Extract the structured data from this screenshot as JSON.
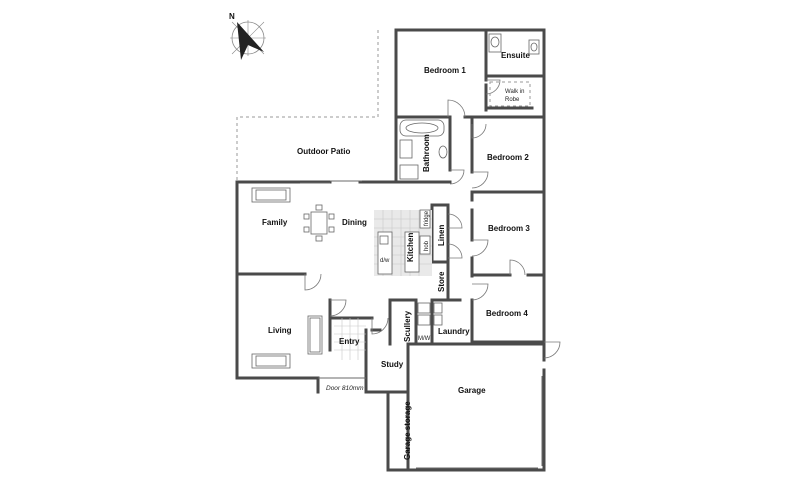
{
  "compass": {
    "letter": "N"
  },
  "rooms": {
    "bedroom1": "Bedroom 1",
    "ensuite": "Ensuite",
    "walk_in_robe_line1": "Walk in",
    "walk_in_robe_line2": "Robe",
    "outdoor_patio": "Outdoor Patio",
    "bathroom": "Bathroom",
    "bedroom2": "Bedroom 2",
    "family": "Family",
    "dining": "Dining",
    "kitchen": "Kitchen",
    "linen": "Linen",
    "bedroom3": "Bedroom 3",
    "store": "Store",
    "living": "Living",
    "scullery": "Scullery",
    "laundry": "Laundry",
    "bedroom4": "Bedroom 4",
    "entry": "Entry",
    "study": "Study",
    "garage": "Garage",
    "garage_storage": "Garage storage"
  },
  "fixtures": {
    "fridge": "fridge",
    "hob": "hob",
    "dishwasher": "d/w",
    "microwave": "M/W"
  },
  "annotations": {
    "door_width": "Door 810mm"
  }
}
